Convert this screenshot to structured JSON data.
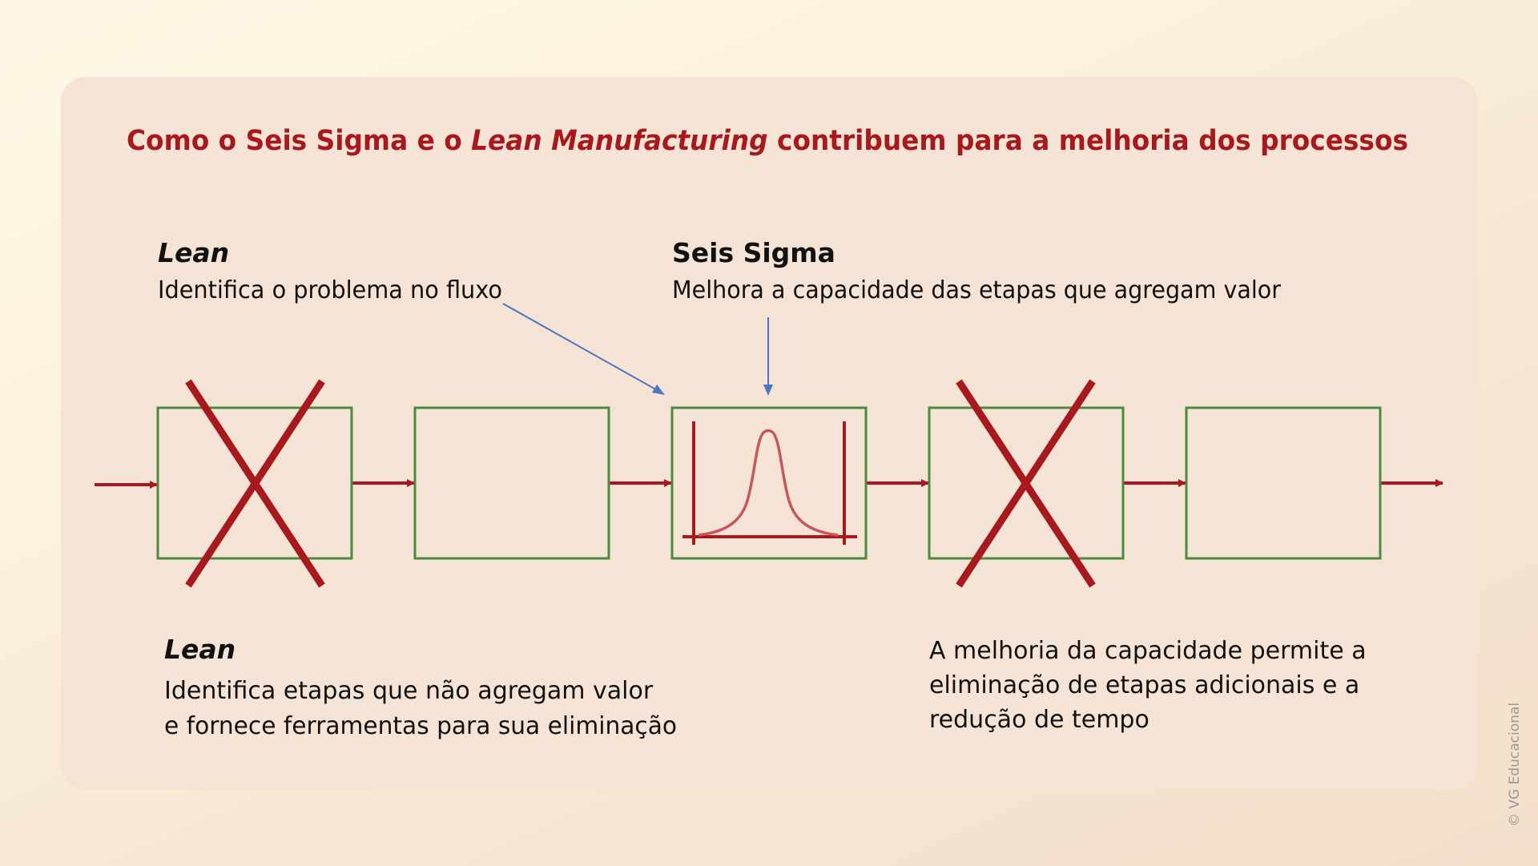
{
  "title": {
    "prefix": "Como o Seis Sigma e o ",
    "italic": "Lean Manufacturing",
    "suffix": " contribuem para a melhoria dos processos"
  },
  "annotations": {
    "lean_top": {
      "heading": "Lean",
      "text": "Identifica o problema no fluxo"
    },
    "six_sigma": {
      "heading": "Seis Sigma",
      "text": "Melhora a capacidade das etapas que agregam valor"
    },
    "lean_bottom": {
      "heading": "Lean",
      "lines": [
        "Identifica etapas que não agregam valor",
        "e fornece ferramentas para sua eliminação"
      ]
    },
    "improvement": {
      "lines": [
        "A melhoria da capacidade permite a",
        "eliminação de etapas adicionais e a",
        "redução de tempo"
      ]
    }
  },
  "process_steps": [
    {
      "eliminated": true
    },
    {
      "eliminated": false
    },
    {
      "eliminated": false,
      "chart": "normal-distribution"
    },
    {
      "eliminated": true
    },
    {
      "eliminated": false
    }
  ],
  "credit": "© VG Educacional",
  "colors": {
    "title": "#a8191e",
    "arrow": "#a8191e",
    "cross": "#a8191e",
    "box_border": "#4a8a3e",
    "curve": "#c4585a",
    "pointer": "#4a78c0",
    "panel": "#f5e4d5"
  }
}
